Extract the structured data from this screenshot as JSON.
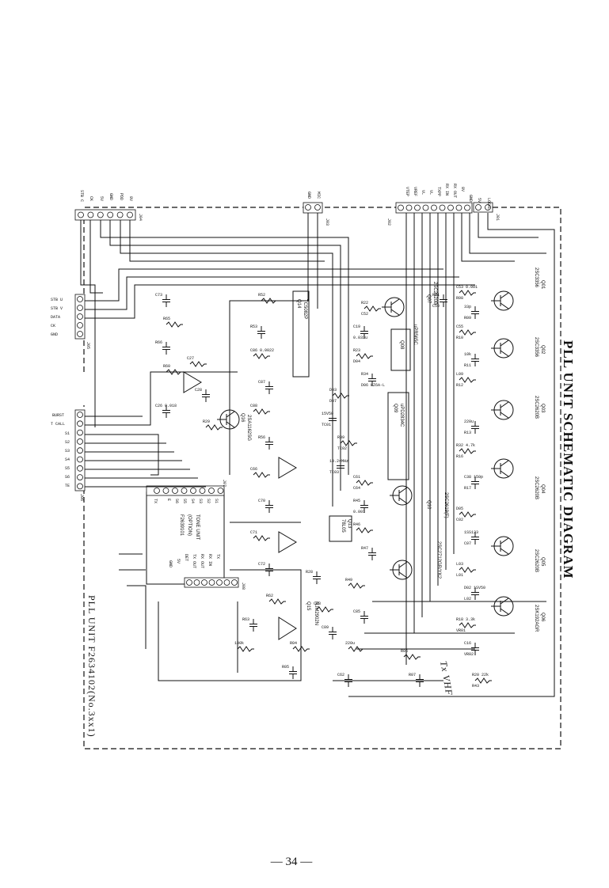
{
  "title": "PLL UNIT SCHEMATIC DIAGRAM",
  "subtitle": "PLL UNIT F2634102(No.3xx1)",
  "page_number": "— 34 —",
  "handwritten_note": "Tx VHF",
  "tone_unit": [
    "TONE UNIT",
    "(OPTION)",
    "F2639101"
  ],
  "connectors": [
    {
      "id": "J01",
      "pins": [
        "LOCAL",
        "5V"
      ]
    },
    {
      "id": "J02",
      "pins": [
        "GND",
        "8V",
        "RX OUT",
        "RX IN",
        "TXPP",
        "VL",
        "VL",
        "VREF",
        "VTEP"
      ]
    },
    {
      "id": "J03",
      "pins": [
        "MIC",
        "GND"
      ]
    },
    {
      "id": "J04",
      "pins": [
        "STB C",
        "CK",
        "5V",
        "GND",
        "PDD",
        "8V"
      ]
    },
    {
      "id": "J05",
      "pins": [
        "STB U",
        "STB V",
        "DATA",
        "CK",
        "GND"
      ]
    },
    {
      "id": "J06",
      "pins": [
        "BURST",
        "T CALL",
        "S1",
        "S2",
        "S3",
        "S4",
        "S5",
        "S6",
        "TE"
      ]
    },
    {
      "id": "J07",
      "pins": [
        "S1",
        "S2",
        "S3",
        "S4",
        "S5",
        "S6",
        "E",
        "TX"
      ]
    },
    {
      "id": "J08",
      "pins": [
        "TX",
        "RX IN",
        "RX OUT",
        "TX OUT",
        "DET",
        "5V",
        "GND"
      ]
    }
  ],
  "parts": [
    {
      "ref": "Q01",
      "type": "2SC3356"
    },
    {
      "ref": "Q02",
      "type": "2SC3356"
    },
    {
      "ref": "Q03",
      "type": "2SC2620B"
    },
    {
      "ref": "Q04",
      "type": "2SC2620B"
    },
    {
      "ref": "Q05",
      "type": "2SC2620B"
    },
    {
      "ref": "Q06",
      "type": "2SK192AGR"
    },
    {
      "ref": "Q07",
      "type": "2SC2620B"
    },
    {
      "ref": "Q08",
      "type": "uPB565C"
    },
    {
      "ref": "Q09",
      "type": "uPD2834C"
    },
    {
      "ref": "Q10",
      "type": "2SC2619(F)"
    },
    {
      "ref": "Q11",
      "type": "2SC2712GR/YK2"
    },
    {
      "ref": "Q13",
      "type": "78L05"
    },
    {
      "ref": "Q14",
      "type": "TC5082P"
    },
    {
      "ref": "Q15",
      "type": "NJM2902N"
    },
    {
      "ref": "Q16",
      "type": "2SA1162SG"
    }
  ],
  "component_labels": [
    "C53 0.001",
    "33p",
    "C55",
    "10k",
    "L09",
    "220u",
    "R32 4.7k",
    "C38 150p",
    "D05",
    "1SS133",
    "L03",
    "D02 1SV50",
    "R18 3.3k",
    "C16",
    "R20 22k",
    "R21",
    "R22",
    "C19",
    "R23",
    "R34",
    "D03",
    "15V50",
    "R39",
    "10.24MHz",
    "C61",
    "R45",
    "R46",
    "R47",
    "R49",
    "C85",
    "220u",
    "C62",
    "R52",
    "R53",
    "C86 0.0022",
    "C87",
    "C88",
    "R56",
    "C66",
    "C70",
    "C71",
    "C72",
    "R62",
    "R63",
    "100k",
    "C73",
    "R65",
    "R66",
    "R60",
    "C26 0.018",
    "C27",
    "C28",
    "R29",
    "R28",
    "C08",
    "C09",
    "R04",
    "R05",
    "R06",
    "R07",
    "R08",
    "R09",
    "R10",
    "R11",
    "R12",
    "R13",
    "R16",
    "R17",
    "C02",
    "C07",
    "L01",
    "L02",
    "VR01",
    "VR02",
    "R43",
    "C50",
    "C52",
    "0.033u",
    "D04",
    "D06 HZ6A-L",
    "D07",
    "TC01",
    "TC02",
    "TC03",
    "C64",
    "0.001"
  ]
}
